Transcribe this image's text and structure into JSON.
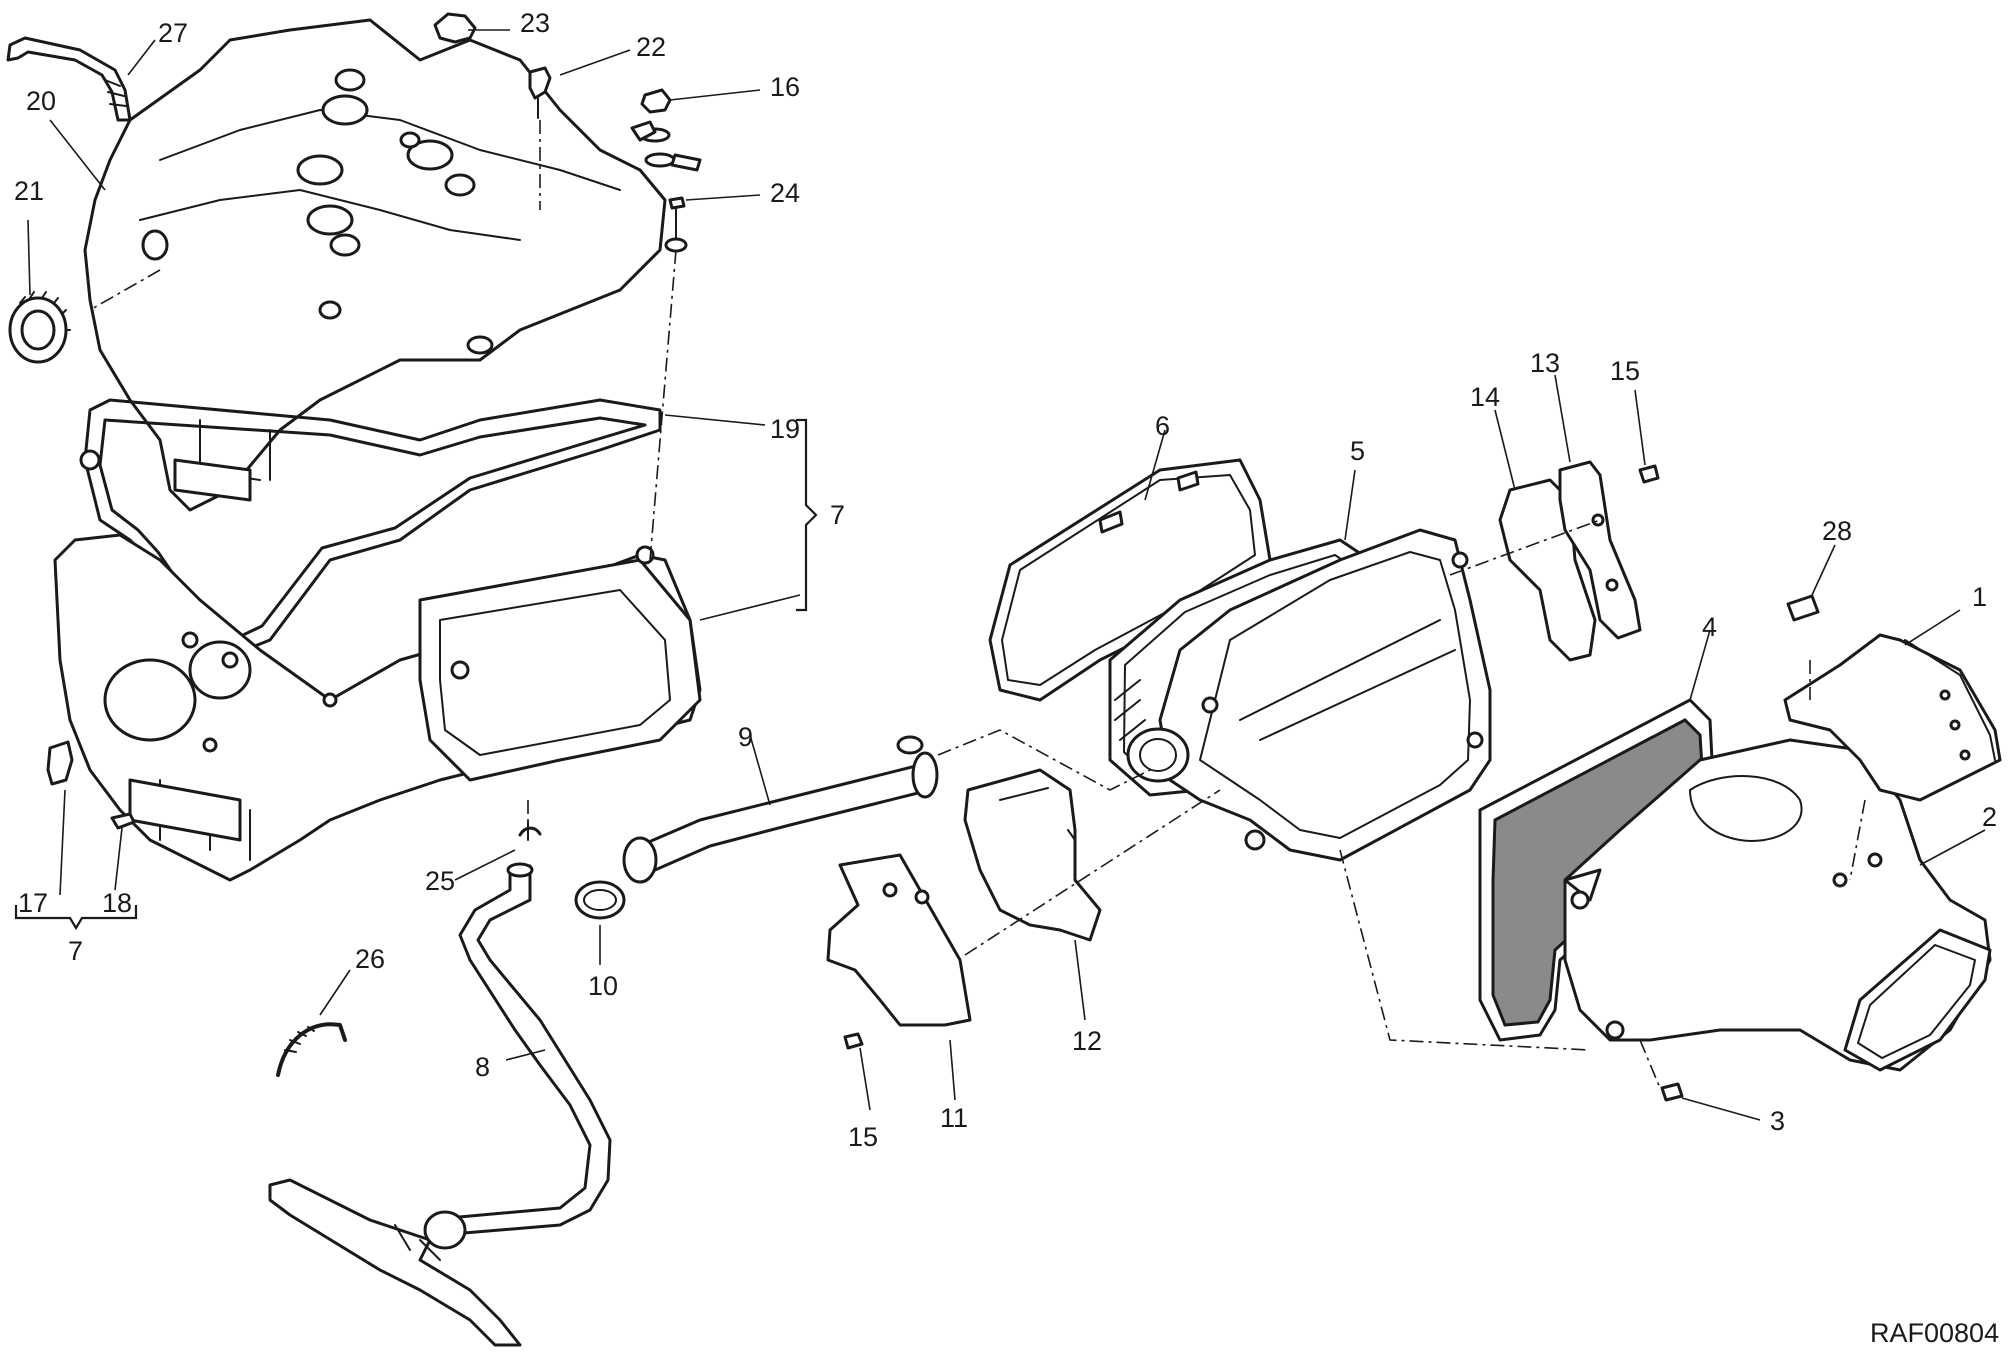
{
  "drawing_code": "RAF00804",
  "labels": {
    "l1": "1",
    "l2": "2",
    "l3": "3",
    "l4": "4",
    "l5": "5",
    "l6": "6",
    "l7_group_upper": "7",
    "l7_group_lower": "7",
    "l8": "8",
    "l9": "9",
    "l10": "10",
    "l11": "11",
    "l12": "12",
    "l13": "13",
    "l14": "14",
    "l15_top": "15",
    "l15_bottom": "15",
    "l16": "16",
    "l17": "17",
    "l18": "18",
    "l19": "19",
    "l20": "20",
    "l21": "21",
    "l22": "22",
    "l23": "23",
    "l24": "24",
    "l25": "25",
    "l26": "26",
    "l27": "27",
    "l28": "28"
  }
}
